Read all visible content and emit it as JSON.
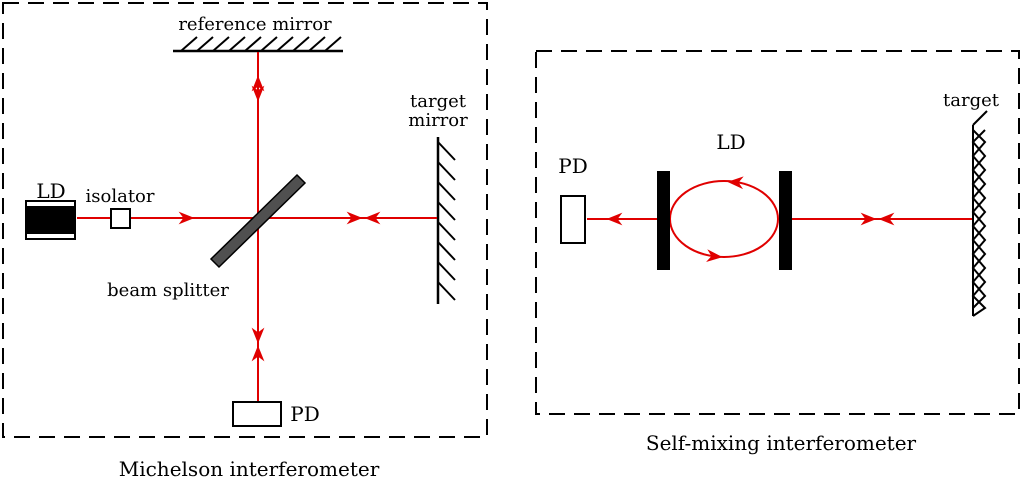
{
  "michelson": {
    "caption": "Michelson interferometer",
    "labels": {
      "reference_mirror": "reference mirror",
      "target_line1": "target",
      "target_line2": "mirror",
      "ld": "LD",
      "isolator": "isolator",
      "beam_splitter": "beam splitter",
      "pd": "PD"
    }
  },
  "self_mixing": {
    "caption": "Self-mixing interferometer",
    "labels": {
      "ld": "LD",
      "pd": "PD",
      "target": "target"
    }
  },
  "colors": {
    "beam": "#e00000",
    "line": "#000000"
  }
}
